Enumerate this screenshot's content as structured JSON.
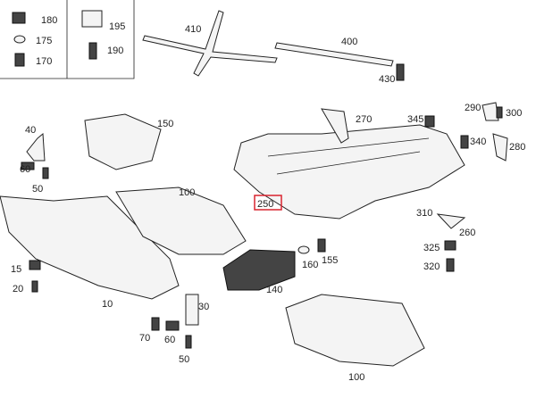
{
  "diagram": {
    "title": "Underbody panelling parts diagram",
    "highlight_color": "#d9232e",
    "highlighted_part": "250",
    "inset_labels": [
      "180",
      "175",
      "170",
      "195",
      "190"
    ],
    "labels": {
      "p410": "410",
      "p400": "400",
      "p430": "430",
      "p270": "270",
      "p345": "345",
      "p290": "290",
      "p300": "300",
      "p340": "340",
      "p280": "280",
      "p40": "40",
      "p150": "150",
      "p60a": "60",
      "p50a": "50",
      "p100a": "100",
      "p250": "250",
      "p310": "310",
      "p260": "260",
      "p325": "325",
      "p320": "320",
      "p160": "160",
      "p155": "155",
      "p15": "15",
      "p20": "20",
      "p10": "10",
      "p140": "140",
      "p30": "30",
      "p70": "70",
      "p60b": "60",
      "p50b": "50",
      "p100b": "100"
    }
  }
}
